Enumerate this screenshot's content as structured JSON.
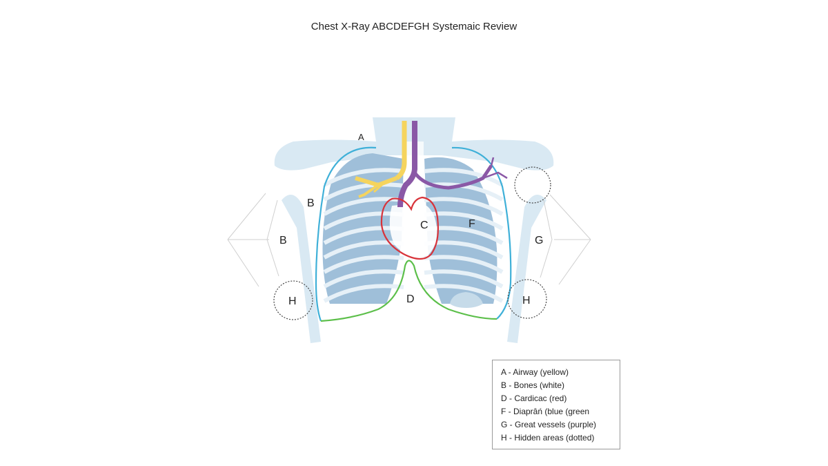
{
  "title": "Chest X-Ray ABCDEFGH Systemaic Review",
  "labels": {
    "airway_marker": "A",
    "bones_left": "B",
    "bones_outer": "B",
    "cardiac": "C",
    "diaphragm": "D",
    "fields": "F",
    "great_vessels": "G",
    "hidden_left": "H",
    "hidden_right": "H"
  },
  "legend": [
    "A - Airway (yellow)",
    "B - Bones (white)",
    "D - Cardicac (red)",
    "F - Diaprâń (blue (green",
    "G - Great vessels (purple)",
    "H - Hidden areas (dotted)"
  ],
  "colors": {
    "airway": "#f5d45e",
    "cardiac": "#d8333a",
    "diaphragm": "#5cbf4a",
    "lung_outline": "#3fb0d8",
    "vessels": "#8a58a6",
    "bone": "#d9e9f3",
    "lung": "#9fbfd9",
    "hidden": "#444444"
  }
}
